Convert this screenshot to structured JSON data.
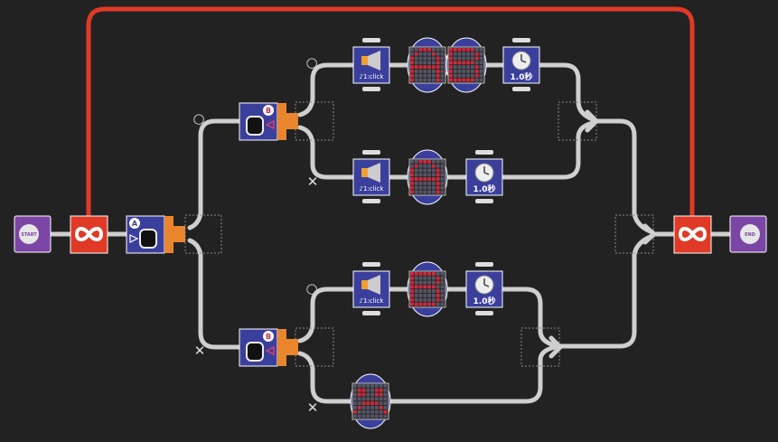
{
  "colors": {
    "background": "#222222",
    "wire": "#cfcfcf",
    "loop_wire": "#e03a26",
    "block_blue": "#3b3f9c",
    "block_border": "#ffffff",
    "terminal_purple": "#7b45a5",
    "loop_red": "#e03a26",
    "branch_orange": "#e9862d",
    "led_on": "#d4273a",
    "led_off": "#555566"
  },
  "terminals": {
    "start": {
      "label": "START",
      "icon": "start-terminal-icon"
    },
    "end": {
      "label": "END",
      "icon": "end-terminal-icon"
    }
  },
  "loops": {
    "loop_start": {
      "icon": "infinity-icon"
    },
    "loop_end": {
      "icon": "infinity-icon"
    }
  },
  "sensor_a": {
    "badge": "A",
    "icon": "button-sensor-icon"
  },
  "sensor_b_upper": {
    "badge": "B",
    "icon": "button-sensor-icon"
  },
  "sensor_b_lower": {
    "badge": "B",
    "icon": "button-sensor-icon"
  },
  "branch_marks": {
    "yes": "○",
    "no": "✕"
  },
  "sound": {
    "label": "♪1:click",
    "icon": "speaker-icon"
  },
  "timer": {
    "label": "1.0秒",
    "icon": "clock-icon"
  },
  "led_patterns": {
    "A": "A",
    "B": "B",
    "sad": "sad-face"
  }
}
